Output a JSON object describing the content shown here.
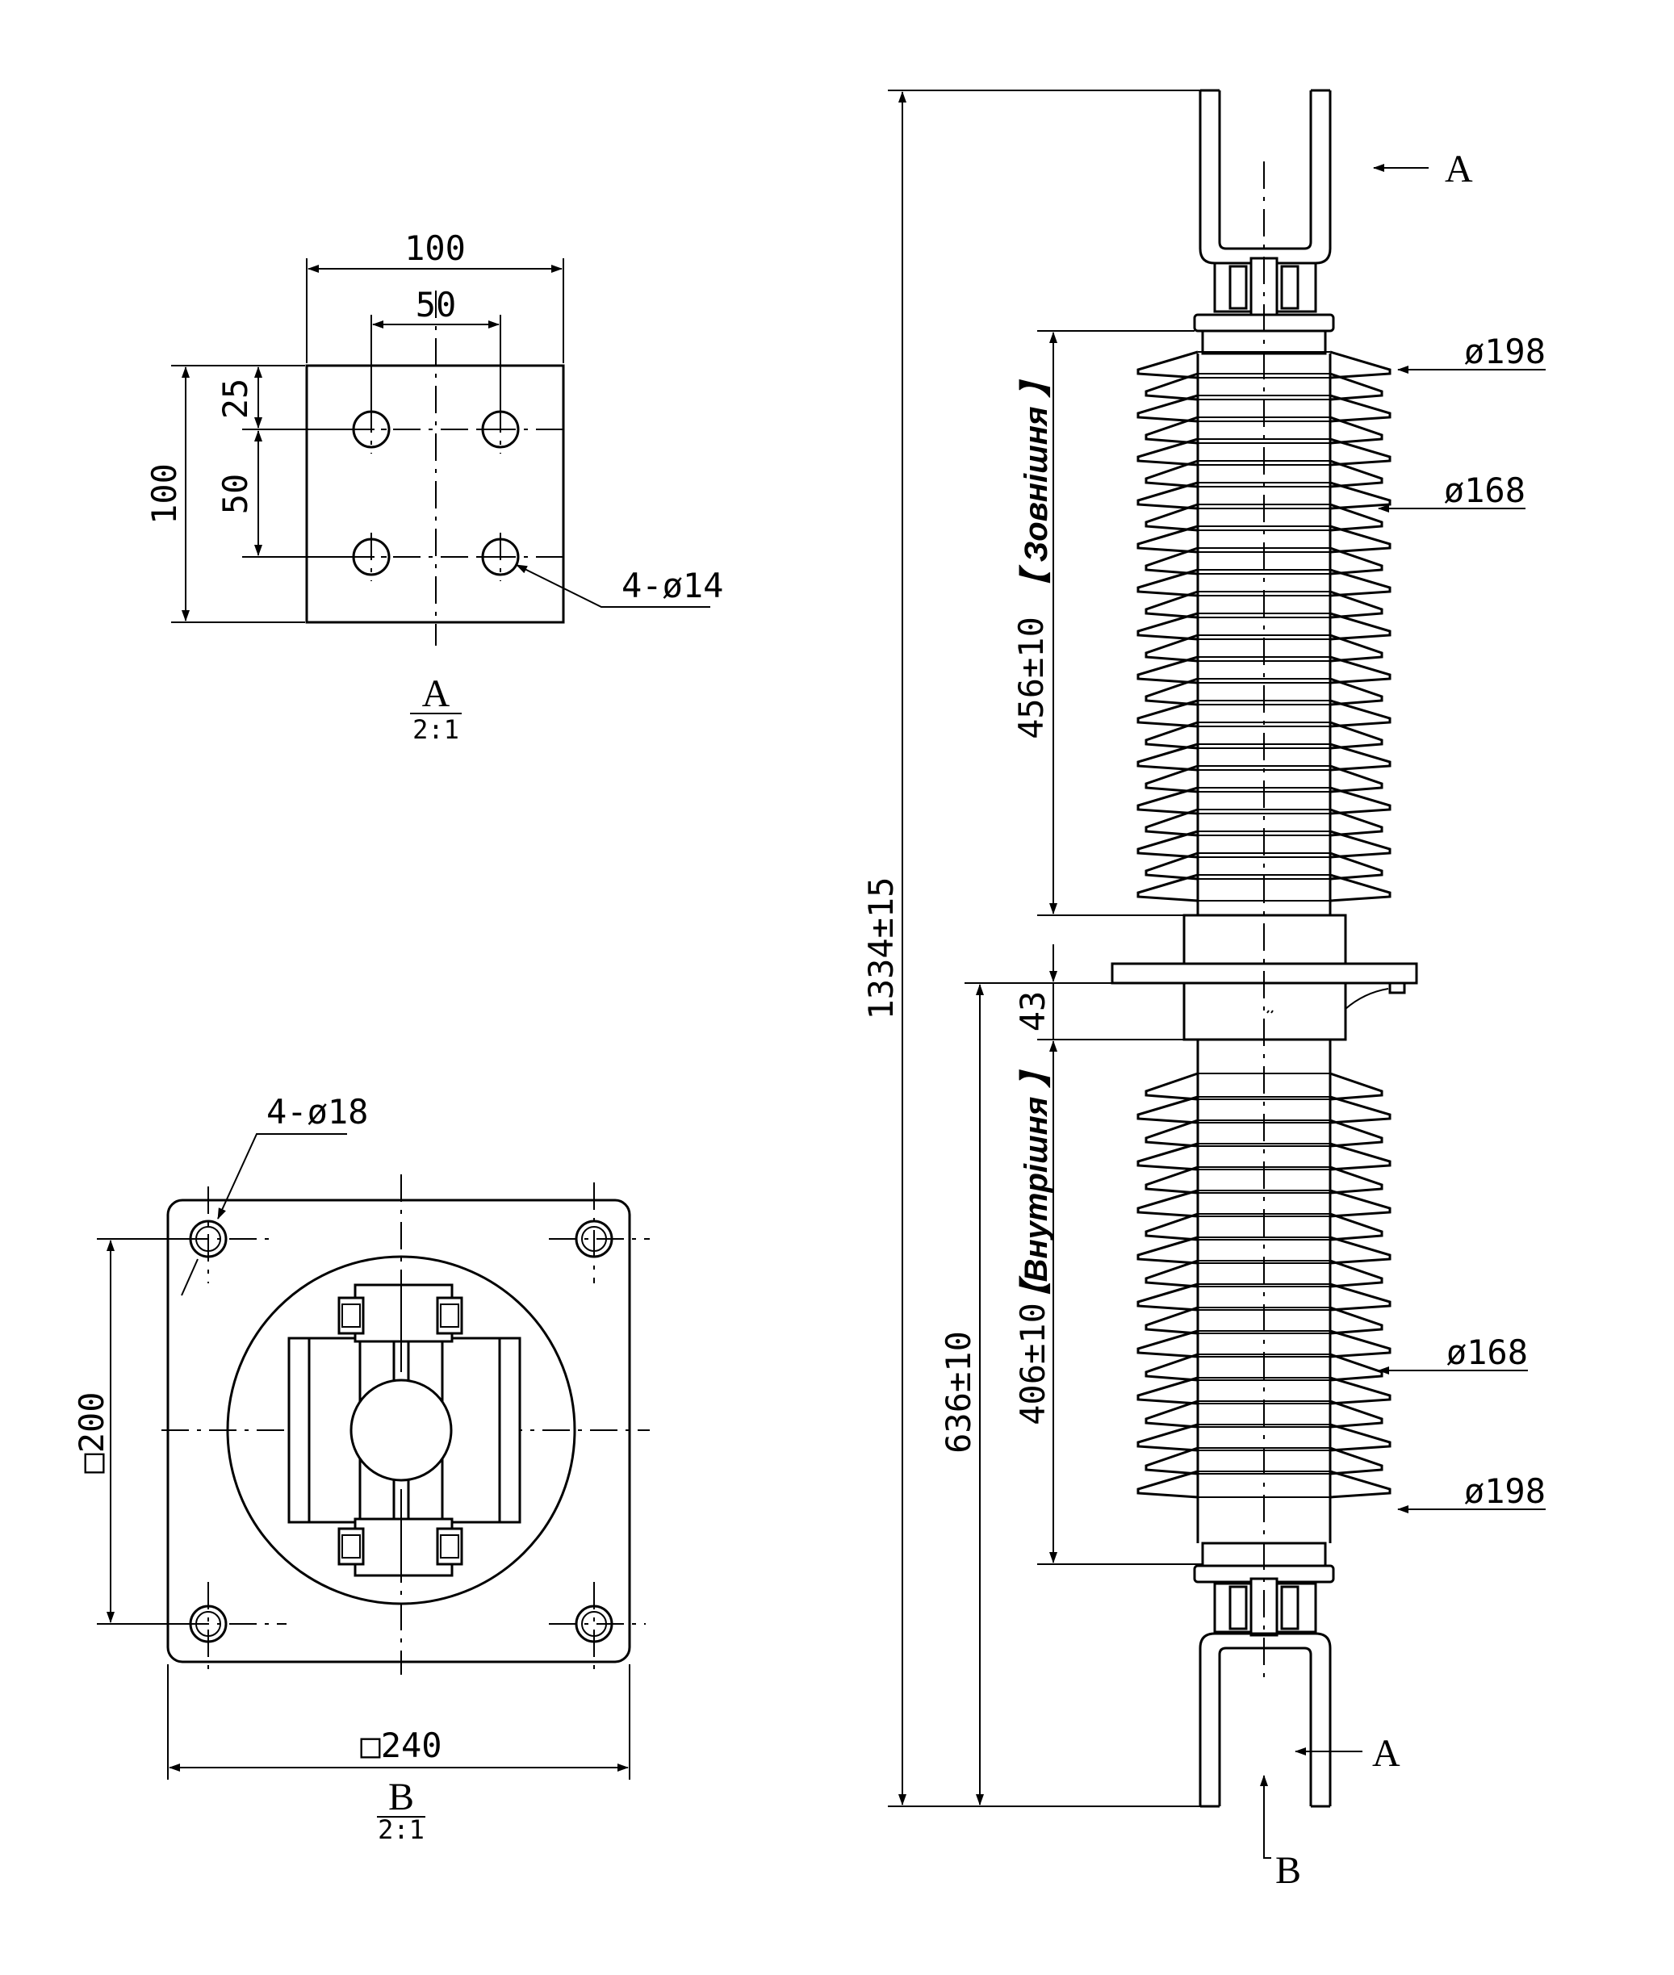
{
  "view_a": {
    "label": "A",
    "scale": "2:1",
    "dims": {
      "width": "100",
      "spacing_h": "50",
      "height": "100",
      "top_offset": "25",
      "spacing_v": "50",
      "holes": "4-ø14"
    }
  },
  "view_b": {
    "label": "B",
    "scale": "2:1",
    "dims": {
      "holes": "4-ø18",
      "inner_square": "□200",
      "outer_square": "□240"
    }
  },
  "elevation": {
    "dims": {
      "overall": "1334±15",
      "outer_part": "456±10",
      "flange": "43",
      "lower_total": "636±10",
      "inner_part": "406±10",
      "d_upper_large": "ø198",
      "d_upper_small": "ø168",
      "d_lower_small": "ø168",
      "d_lower_large": "ø198"
    },
    "labels": {
      "outer": "【 Зовнішня 】",
      "inner": "【Внутрішня 】"
    },
    "section_marks": {
      "top_a": "A",
      "bottom_a": "A",
      "bottom_b": "B"
    }
  }
}
